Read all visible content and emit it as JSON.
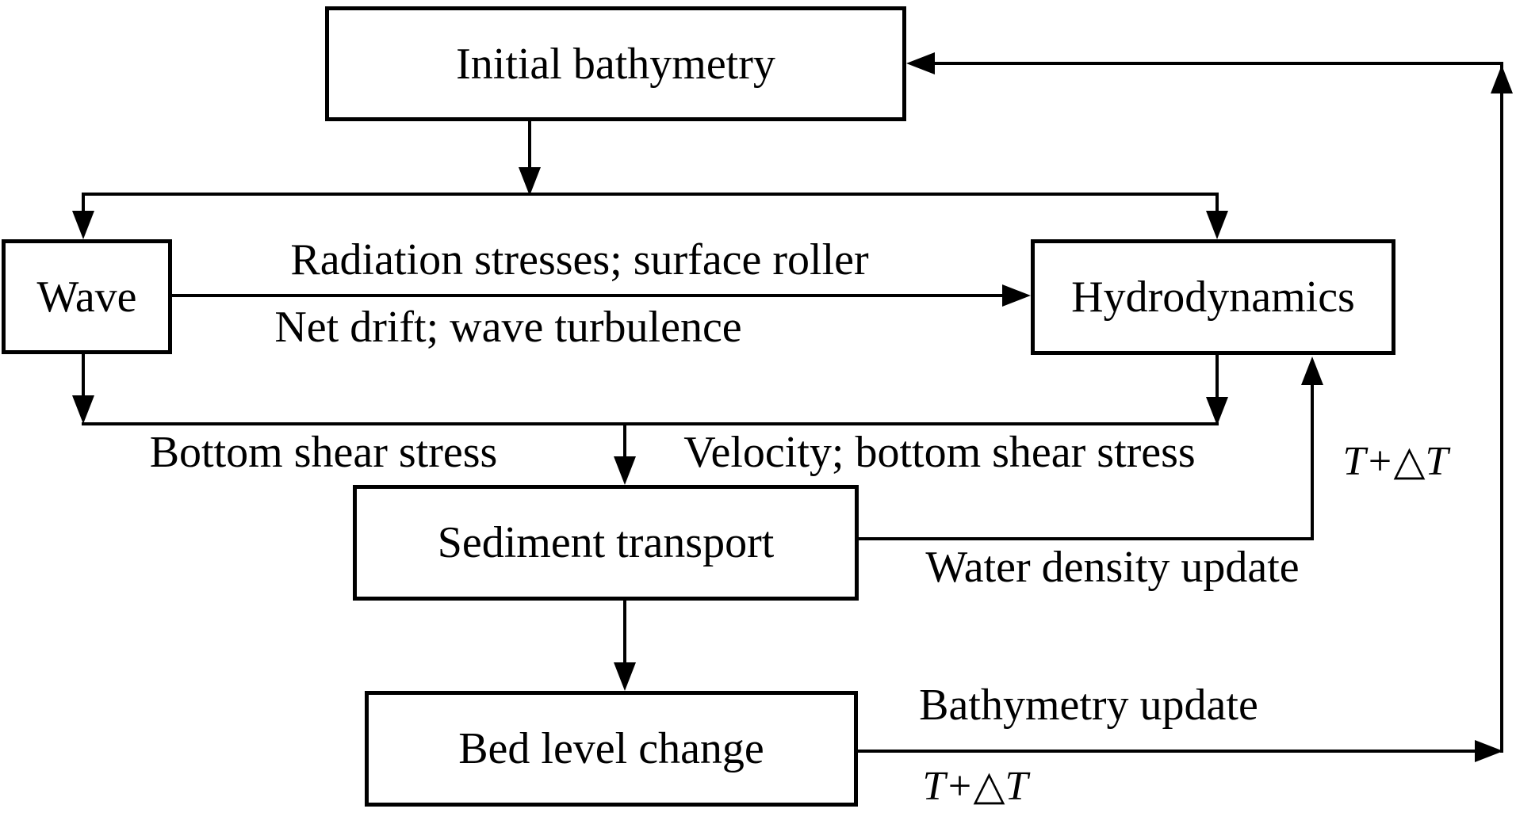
{
  "diagram": {
    "background": "#ffffff",
    "line_color": "#000000",
    "boxes": {
      "initial_bathymetry": "Initial bathymetry",
      "wave": "Wave",
      "hydrodynamics": "Hydrodynamics",
      "sediment_transport": "Sediment transport",
      "bed_level_change": "Bed level change"
    },
    "labels": {
      "radiation": "Radiation stresses; surface roller",
      "net_drift": "Net drift; wave turbulence",
      "bottom_shear": "Bottom shear stress",
      "velocity_bottom_shear": "Velocity; bottom shear stress",
      "water_density": "Water density update",
      "t_plus_dt_hydro": "T+△T",
      "bathymetry_update": "Bathymetry update",
      "t_plus_dt_bathymetry": "T+△T"
    }
  }
}
